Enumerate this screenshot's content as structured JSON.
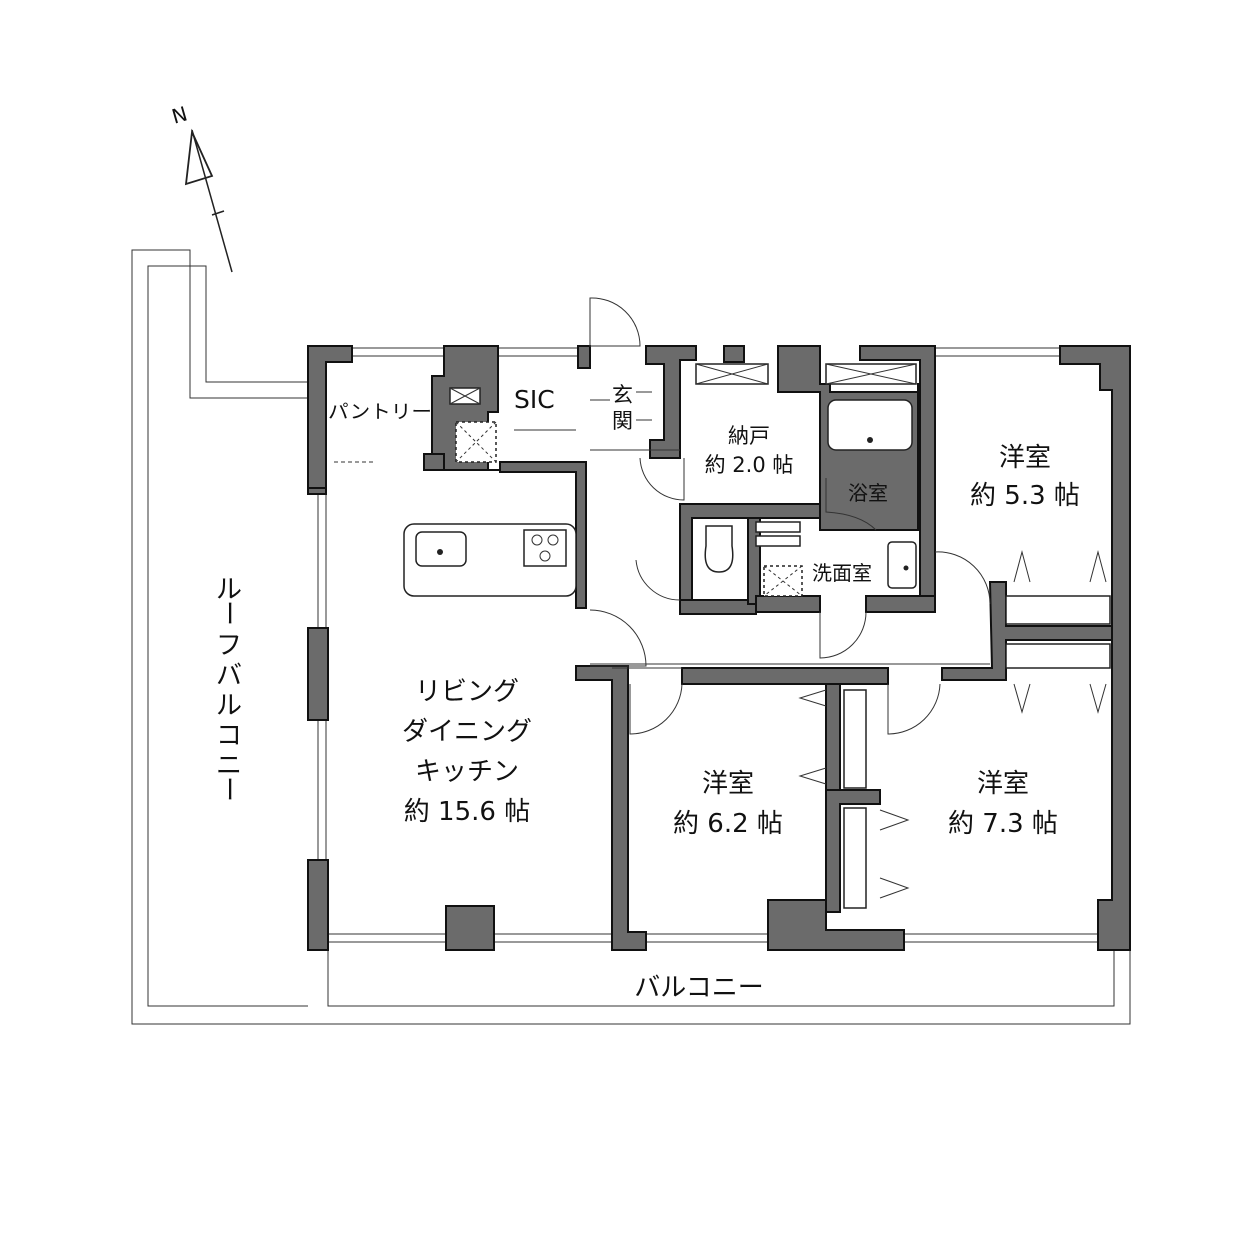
{
  "compass": {
    "label": "N"
  },
  "rooms": {
    "pantry": "パントリー",
    "sic": "SIC",
    "entrance_line1": "玄",
    "entrance_line2": "関",
    "storage_name": "納戸",
    "storage_size": "約 2.0 帖",
    "bath": "浴室",
    "washroom": "洗面室",
    "bedroom_ne_name": "洋室",
    "bedroom_ne_size": "約 5.3 帖",
    "ldk_line1": "リビング",
    "ldk_line2": "ダイニング",
    "ldk_line3": "キッチン",
    "ldk_size": "約 15.6 帖",
    "bedroom_s_name": "洋室",
    "bedroom_s_size": "約 6.2 帖",
    "bedroom_se_name": "洋室",
    "bedroom_se_size": "約 7.3 帖"
  },
  "outdoor": {
    "roof_balcony_chars": [
      "ル",
      "ー",
      "フ",
      "バ",
      "ル",
      "コ",
      "ニ",
      "ー"
    ],
    "balcony": "バルコニー"
  }
}
